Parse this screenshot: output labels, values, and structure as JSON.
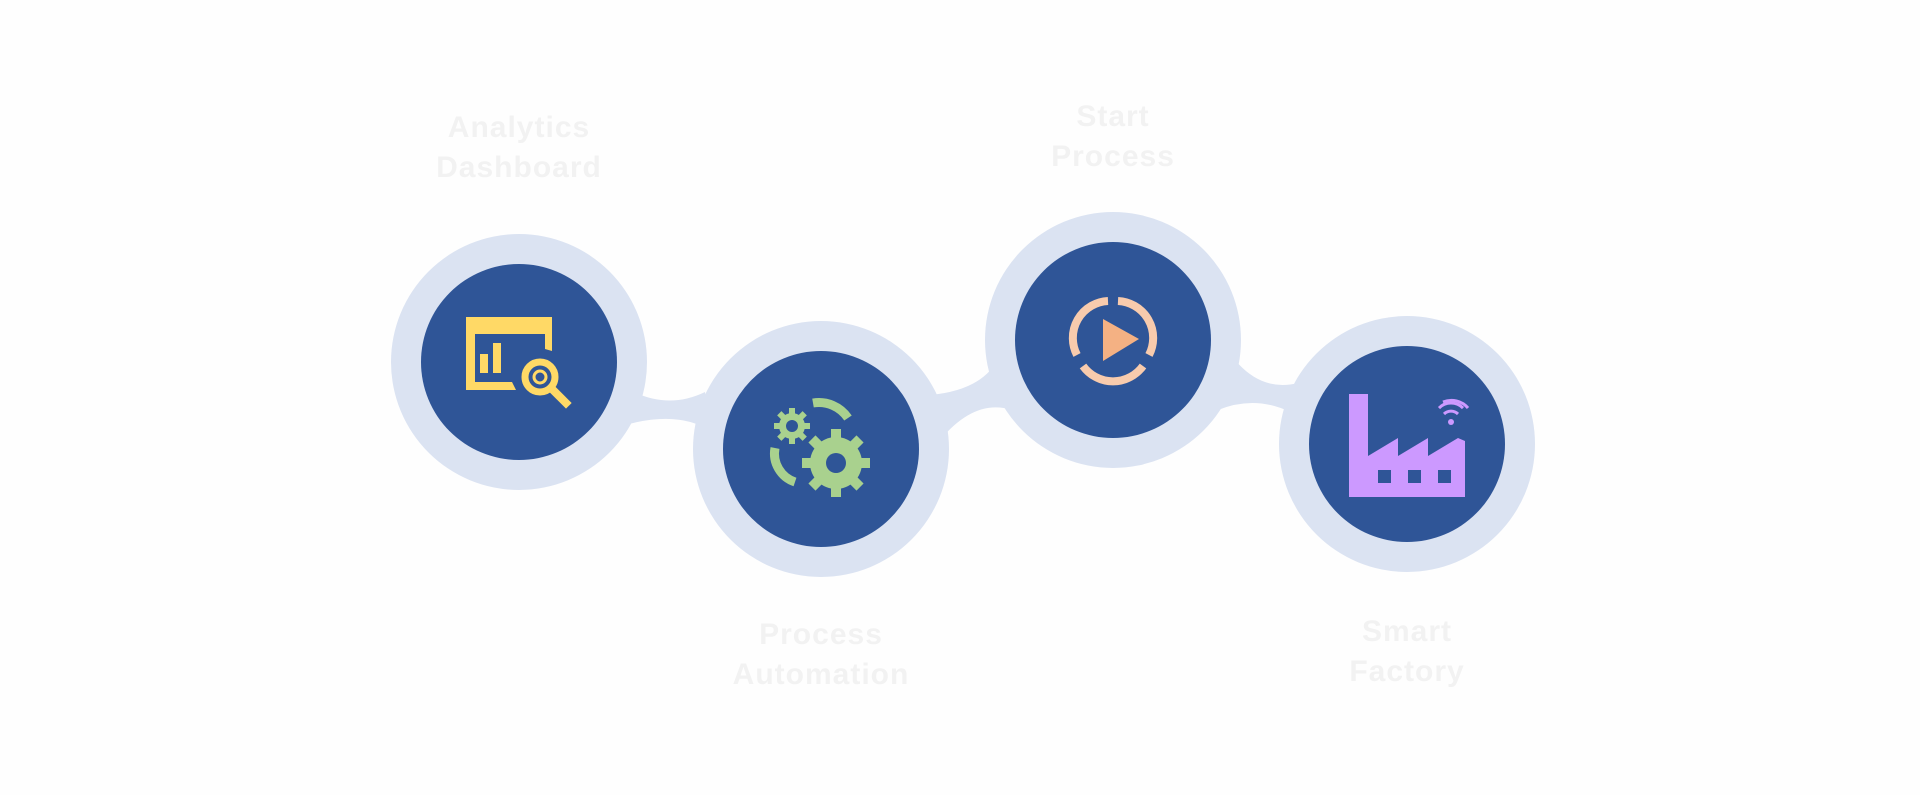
{
  "colors": {
    "ring": "#dbe3f2",
    "disc": "#2f5597",
    "accent_yellow": "#ffd966",
    "accent_green": "#a9d18e",
    "accent_orange": "#f4b183",
    "accent_purple": "#cc99ff",
    "label_text": "#f2f2f2"
  },
  "steps": [
    {
      "icon": "dashboard-search-icon",
      "label_line1": "Analytics",
      "label_line2": "Dashboard",
      "label_position": "above"
    },
    {
      "icon": "gears-cycle-icon",
      "label_line1": "Process",
      "label_line2": "Automation",
      "label_position": "below"
    },
    {
      "icon": "play-cycle-icon",
      "label_line1": "Start",
      "label_line2": "Process",
      "label_position": "above"
    },
    {
      "icon": "smart-factory-icon",
      "label_line1": "Smart",
      "label_line2": "Factory",
      "label_position": "below"
    }
  ]
}
